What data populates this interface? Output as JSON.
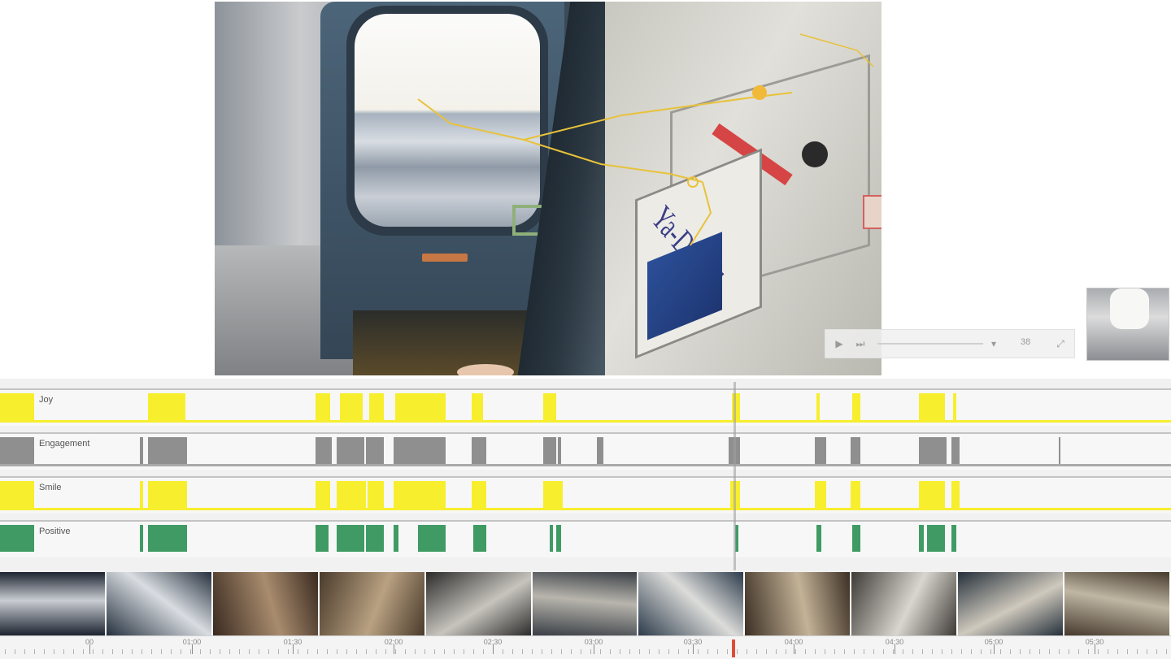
{
  "video": {
    "poster_text": "Ya-Daaht!"
  },
  "controls": {
    "zoom_value": "38"
  },
  "colors": {
    "yellow_track": "#f7ee2d",
    "gray_track": "#8f8f8f",
    "green_track": "#3f9b63"
  },
  "tracks": [
    {
      "name": "Joy",
      "color": "#f7ee2d",
      "baseline": "#f7ee2d",
      "segments": [
        [
          0,
          42
        ],
        [
          182,
          228
        ],
        [
          388,
          406
        ],
        [
          418,
          446
        ],
        [
          454,
          472
        ],
        [
          486,
          548
        ],
        [
          580,
          594
        ],
        [
          668,
          684
        ],
        [
          900,
          910
        ],
        [
          1004,
          1008
        ],
        [
          1048,
          1058
        ],
        [
          1130,
          1162
        ],
        [
          1172,
          1176
        ]
      ]
    },
    {
      "name": "Engagement",
      "color": "#8f8f8f",
      "baseline": "#a9a9a9",
      "segments": [
        [
          0,
          42
        ],
        [
          172,
          176
        ],
        [
          182,
          230
        ],
        [
          388,
          408
        ],
        [
          414,
          448
        ],
        [
          450,
          472
        ],
        [
          484,
          548
        ],
        [
          580,
          598
        ],
        [
          668,
          684
        ],
        [
          686,
          690
        ],
        [
          734,
          742
        ],
        [
          896,
          910
        ],
        [
          1002,
          1016
        ],
        [
          1046,
          1058
        ],
        [
          1130,
          1164
        ],
        [
          1170,
          1180
        ],
        [
          1302,
          1304
        ]
      ]
    },
    {
      "name": "Smile",
      "color": "#f7ee2d",
      "baseline": "#f7ee2d",
      "segments": [
        [
          0,
          42
        ],
        [
          172,
          176
        ],
        [
          182,
          230
        ],
        [
          388,
          406
        ],
        [
          414,
          450
        ],
        [
          452,
          472
        ],
        [
          484,
          548
        ],
        [
          580,
          598
        ],
        [
          668,
          692
        ],
        [
          898,
          910
        ],
        [
          1002,
          1016
        ],
        [
          1046,
          1058
        ],
        [
          1130,
          1162
        ],
        [
          1170,
          1180
        ]
      ]
    },
    {
      "name": "Positive",
      "color": "#3f9b63",
      "baseline": "#f7f7f7",
      "segments": [
        [
          0,
          42
        ],
        [
          172,
          176
        ],
        [
          182,
          230
        ],
        [
          388,
          404
        ],
        [
          414,
          448
        ],
        [
          450,
          472
        ],
        [
          484,
          490
        ],
        [
          514,
          548
        ],
        [
          582,
          598
        ],
        [
          676,
          680
        ],
        [
          684,
          690
        ],
        [
          904,
          908
        ],
        [
          1004,
          1010
        ],
        [
          1048,
          1058
        ],
        [
          1130,
          1136
        ],
        [
          1140,
          1162
        ],
        [
          1170,
          1176
        ]
      ]
    }
  ],
  "ruler": {
    "labels": [
      "00",
      "01:00",
      "01:30",
      "02:00",
      "02:30",
      "03:00",
      "03:30",
      "04:00",
      "04:30",
      "05:00",
      "05:30"
    ]
  },
  "thumbnails": [
    {
      "name": "train-interior-seats-1",
      "c1": "#1d2430",
      "c2": "#c9cdd3"
    },
    {
      "name": "train-interior-seats-2",
      "c1": "#26313e",
      "c2": "#d9dde2"
    },
    {
      "name": "train-corridor-dark",
      "c1": "#3a2a20",
      "c2": "#a98c6e"
    },
    {
      "name": "train-corridor-door",
      "c1": "#4a3b2b",
      "c2": "#b9a182"
    },
    {
      "name": "train-luggage-area",
      "c1": "#2b2b2b",
      "c2": "#c7c4bd"
    },
    {
      "name": "train-vestibule",
      "c1": "#3a3f46",
      "c2": "#b8b5ad"
    },
    {
      "name": "train-door-window",
      "c1": "#2c3b4b",
      "c2": "#dcdcda"
    },
    {
      "name": "train-vestibule-door",
      "c1": "#3c2f24",
      "c2": "#c3b297"
    },
    {
      "name": "train-aisle-person",
      "c1": "#3e3a36",
      "c2": "#d9d6cf"
    },
    {
      "name": "train-passengers",
      "c1": "#25303b",
      "c2": "#cfc9bd"
    },
    {
      "name": "train-end-door",
      "c1": "#463a2c",
      "c2": "#bfb6a4"
    }
  ]
}
